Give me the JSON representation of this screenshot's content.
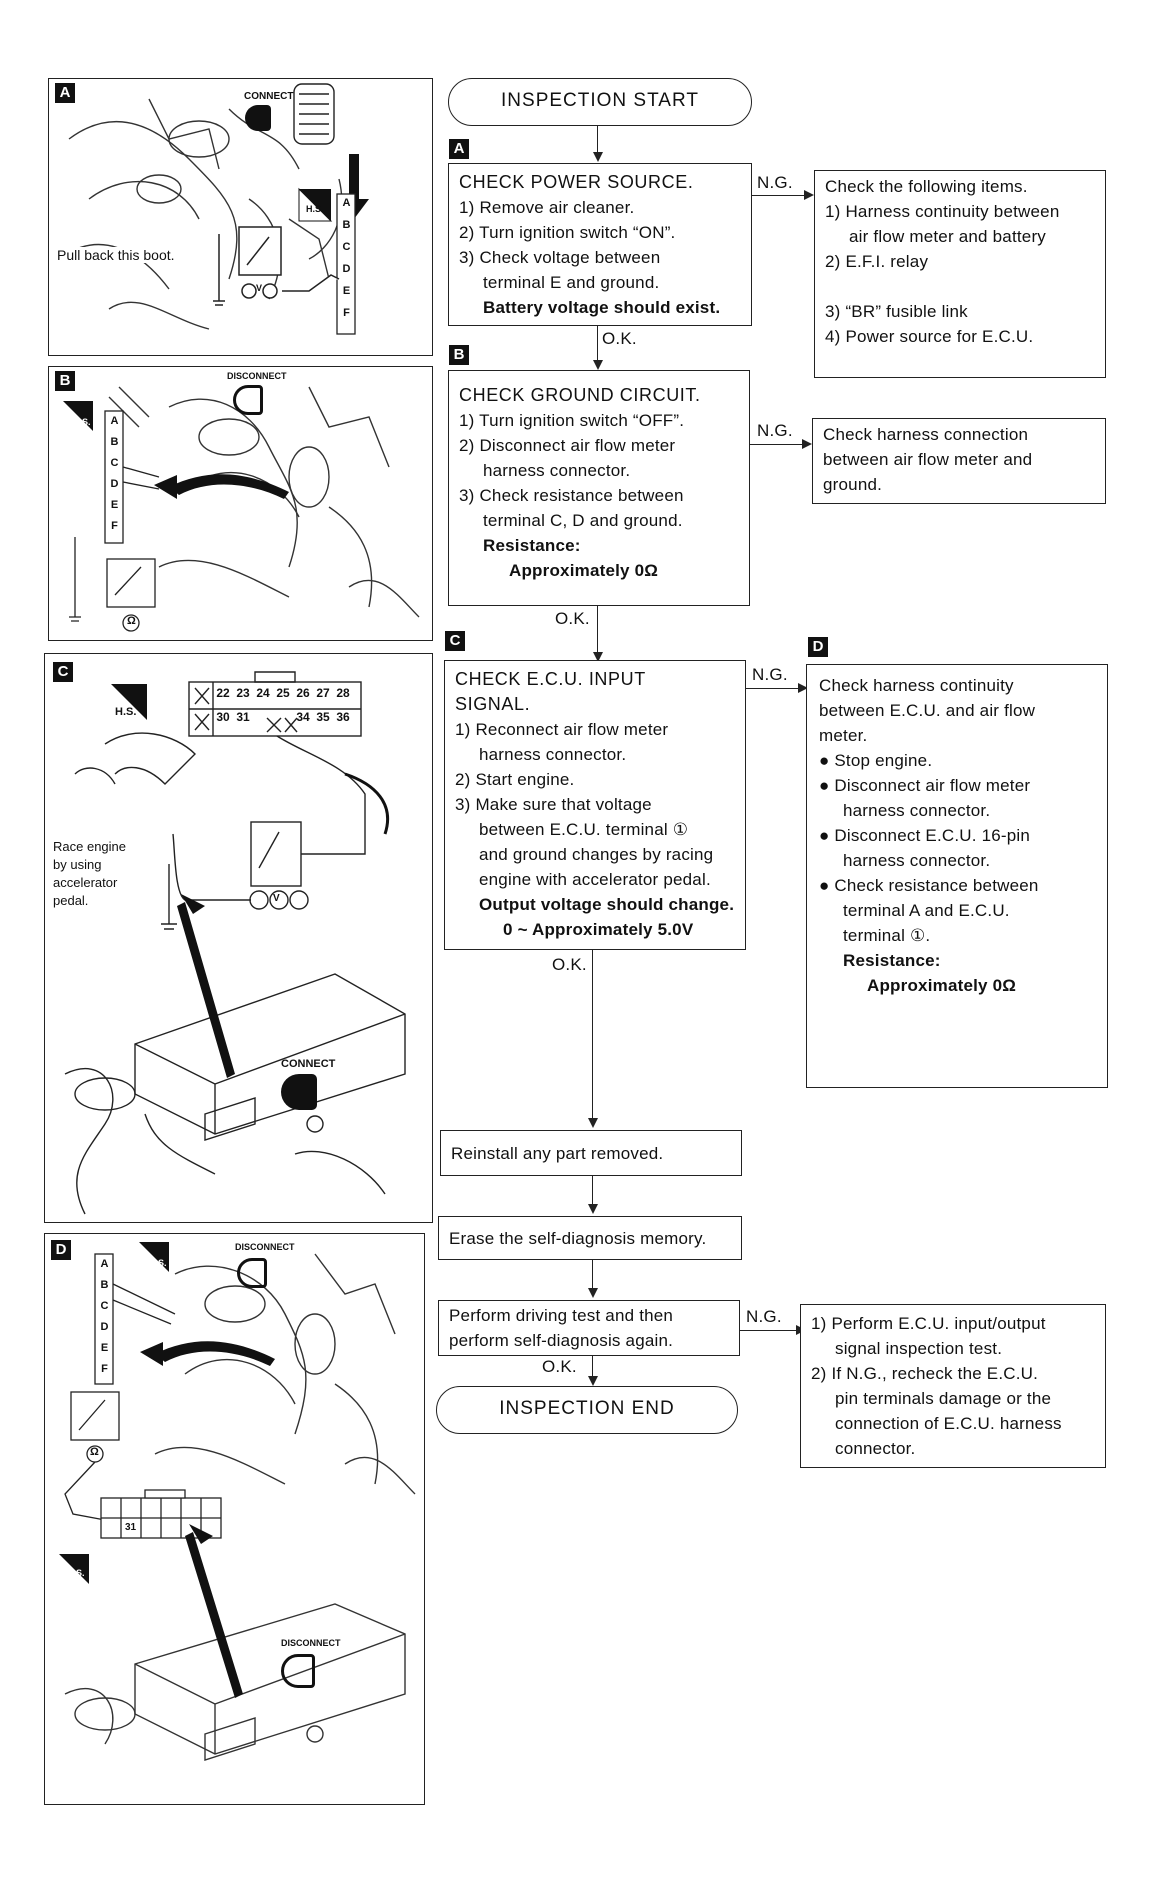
{
  "flow": {
    "start": "INSPECTION START",
    "end": "INSPECTION END",
    "ok": "O.K.",
    "ng": "N.G.",
    "steps": [
      {
        "label": "A",
        "title": "CHECK POWER SOURCE.",
        "items": [
          "1) Remove air cleaner.",
          "2) Turn ignition switch “ON”.",
          "3) Check voltage between",
          "terminal E and ground."
        ],
        "spec": "Battery voltage should exist."
      },
      {
        "label": "B",
        "title": "CHECK GROUND CIRCUIT.",
        "items": [
          "1) Turn ignition switch “OFF”.",
          "2) Disconnect air flow meter",
          "harness connector.",
          "3) Check resistance between",
          "terminal C, D and ground."
        ],
        "spec_label": "Resistance:",
        "spec": "Approximately 0Ω"
      },
      {
        "label": "C",
        "title": "CHECK E.C.U. INPUT",
        "title2": "SIGNAL.",
        "items": [
          "1) Reconnect air flow meter",
          "harness connector.",
          "2) Start engine.",
          "3) Make sure that voltage",
          "between E.C.U. terminal ①",
          "and ground changes by racing",
          "engine with accelerator pedal."
        ],
        "spec": "Output voltage should change.",
        "spec2": "0 ~ Approximately 5.0V"
      }
    ],
    "ng_boxes": {
      "a": [
        "Check the following items.",
        "1) Harness continuity between",
        "air flow meter and battery",
        "2) E.F.I. relay",
        "3) “BR” fusible link",
        "4) Power source for E.C.U."
      ],
      "b": [
        "Check harness connection",
        "between air flow meter and",
        "ground."
      ],
      "d_label": "D",
      "d": [
        "Check harness continuity",
        "between E.C.U. and air flow",
        "meter.",
        "●  Stop engine.",
        "●  Disconnect air flow meter",
        "harness connector.",
        "●  Disconnect E.C.U. 16-pin",
        "harness connector.",
        "●  Check resistance between",
        "terminal A and E.C.U.",
        "terminal ①."
      ],
      "d_spec_label": "Resistance:",
      "d_spec": "Approximately 0Ω",
      "final": [
        "1) Perform E.C.U. input/output",
        "signal inspection test.",
        "2) If N.G., recheck the E.C.U.",
        "pin terminals damage or the",
        "connection of E.C.U. harness",
        "connector."
      ]
    },
    "reinstall": "Reinstall any part removed.",
    "erase": "Erase the self-diagnosis memory.",
    "drive": [
      "Perform driving test and then",
      "perform self-diagnosis again."
    ]
  },
  "figures": {
    "a": {
      "label": "A",
      "connect": "CONNECT",
      "note": "Pull back this boot.",
      "hs": "H.S.",
      "terminals": [
        "A",
        "B",
        "C",
        "D",
        "E",
        "F"
      ],
      "meter": "V"
    },
    "b": {
      "label": "B",
      "disconnect": "DISCONNECT",
      "ts": "T.S.",
      "terminals": [
        "A",
        "B",
        "C",
        "D",
        "E",
        "F"
      ],
      "meter": "Ω"
    },
    "c": {
      "label": "C",
      "hs": "H.S.",
      "pins_top": [
        "22",
        "23",
        "24",
        "25",
        "26",
        "27",
        "28"
      ],
      "pins_bottom": [
        "30",
        "31",
        "",
        "",
        "34",
        "35",
        "36"
      ],
      "note": [
        "Race engine",
        "by using",
        "accelerator",
        "pedal."
      ],
      "connect": "CONNECT",
      "meter": "V"
    },
    "d": {
      "label": "D",
      "disconnect": "DISCONNECT",
      "ts": "T.S.",
      "hs": "H.S.",
      "terminals": [
        "A",
        "B",
        "C",
        "D",
        "E",
        "F"
      ],
      "pin": "31",
      "meter": "Ω"
    }
  }
}
